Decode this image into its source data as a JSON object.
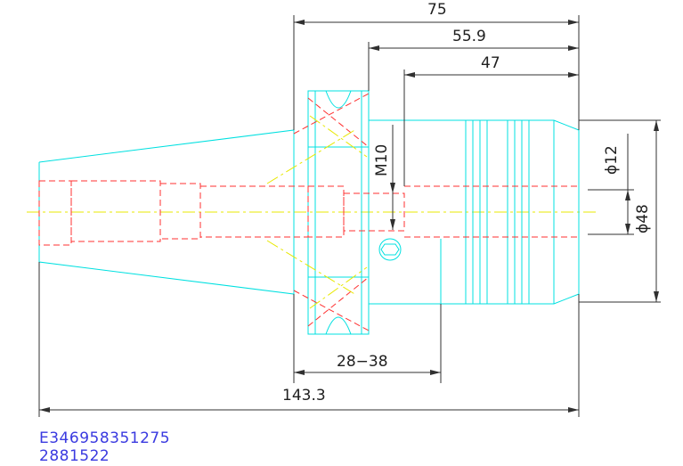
{
  "dimensions": {
    "overall_length": "75",
    "length_2": "55.9",
    "length_3": "47",
    "thread": "M10",
    "inner_diameter": "ϕ12",
    "outer_diameter": "ϕ48",
    "adjust_range": "28−38",
    "total_length": "143.3"
  },
  "codes": {
    "part_code": "E346958351275",
    "item_number": "2881522"
  },
  "colors": {
    "outline": "#00e0e0",
    "hidden": "#ff3030",
    "centerline": "#e8e800",
    "dimension": "#303030",
    "code_text": "#3a3ae0"
  }
}
